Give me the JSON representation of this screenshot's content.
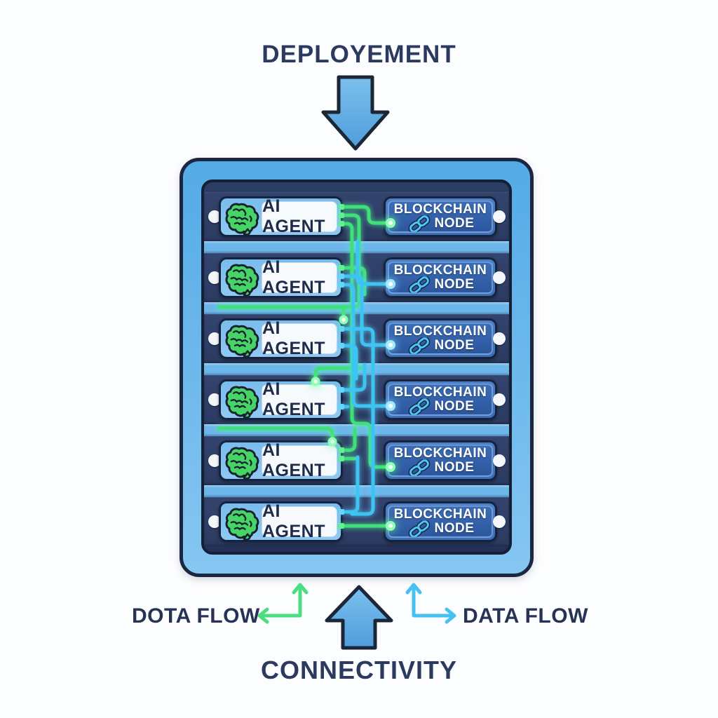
{
  "title": "DEPLOYEMENT",
  "panel": {
    "rows": [
      {
        "agent_label": "AI AGENT",
        "node_line1": "BLOCKCHAIN",
        "node_line2": "NODE"
      },
      {
        "agent_label": "AI AGENT",
        "node_line1": "BLOCKCHAIN",
        "node_line2": "NODE"
      },
      {
        "agent_label": "AI AGENT",
        "node_line1": "BLOCKCHAIN",
        "node_line2": "NODE"
      },
      {
        "agent_label": "AI AGENT",
        "node_line1": "BLOCKCHAIN",
        "node_line2": "NODE"
      },
      {
        "agent_label": "AI AGENT",
        "node_line1": "BLOCKCHAIN",
        "node_line2": "NODE"
      },
      {
        "agent_label": "AI AGENT",
        "node_line1": "BLOCKCHAIN",
        "node_line2": "NODE"
      }
    ]
  },
  "footer": {
    "left_label": "DOTA FLOW",
    "right_label": "DATA FLOW",
    "bottom_label": "CONNECTIVITY"
  },
  "icons": {
    "brain": "brain-icon",
    "chain": "chain-link-icon",
    "down_arrow": "deployment-down-arrow",
    "up_arrow": "connectivity-up-arrow"
  },
  "colors": {
    "frame_blue": "#6cb5e8",
    "panel_navy": "#28385e",
    "separator_blue": "#6db6ea",
    "trace_green": "#3fe078",
    "trace_cyan": "#3cc4f2",
    "text_navy": "#2c3a60",
    "node_blue": "#3b6db6",
    "brain_green": "#46d466"
  }
}
